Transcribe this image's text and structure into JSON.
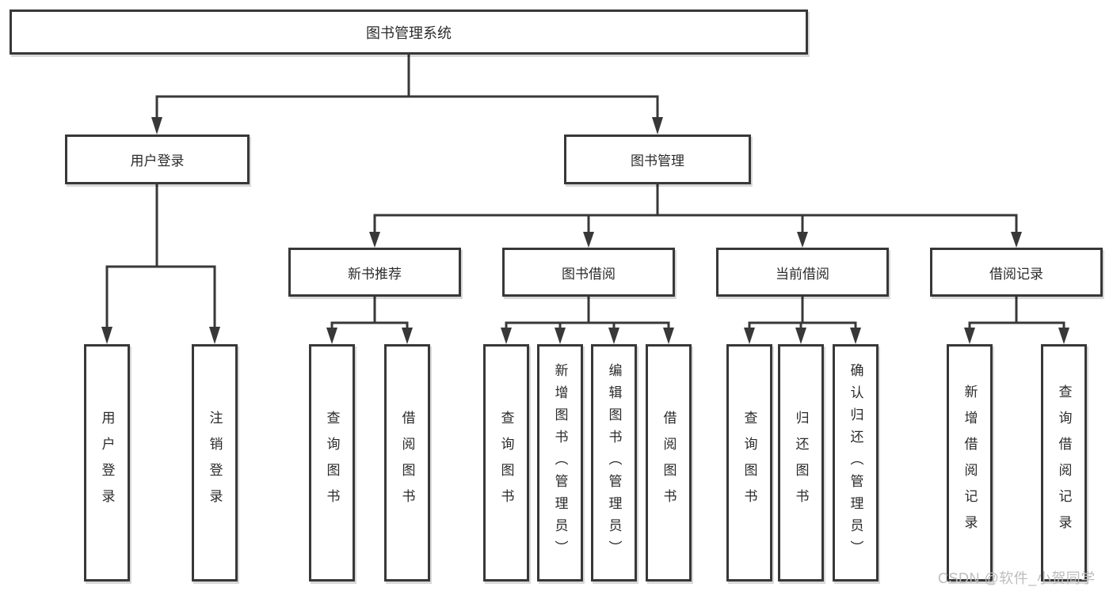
{
  "diagram": {
    "title": "图书管理系统",
    "watermark": "CSDN @软件_小贺同学",
    "colors": {
      "line": "#383838",
      "text": "#2b2b2b",
      "background": "#ffffff",
      "watermark": "#bdbdbd"
    },
    "root": {
      "label": "图书管理系统"
    },
    "level2": [
      {
        "label": "用户登录"
      },
      {
        "label": "图书管理"
      }
    ],
    "level3": [
      {
        "label": "新书推荐"
      },
      {
        "label": "图书借阅"
      },
      {
        "label": "当前借阅"
      },
      {
        "label": "借阅记录"
      }
    ],
    "leaves": {
      "user_login": [
        "用户登录",
        "注销登录"
      ],
      "new_book": [
        "查询图书",
        "借阅图书"
      ],
      "borrow": [
        "查询图书",
        "新增图书（管理员）",
        "编辑图书（管理员）",
        "借阅图书"
      ],
      "current": [
        "查询图书",
        "归还图书",
        "确认归还（管理员）"
      ],
      "records": [
        "新增借阅记录",
        "查询借阅记录"
      ]
    }
  }
}
